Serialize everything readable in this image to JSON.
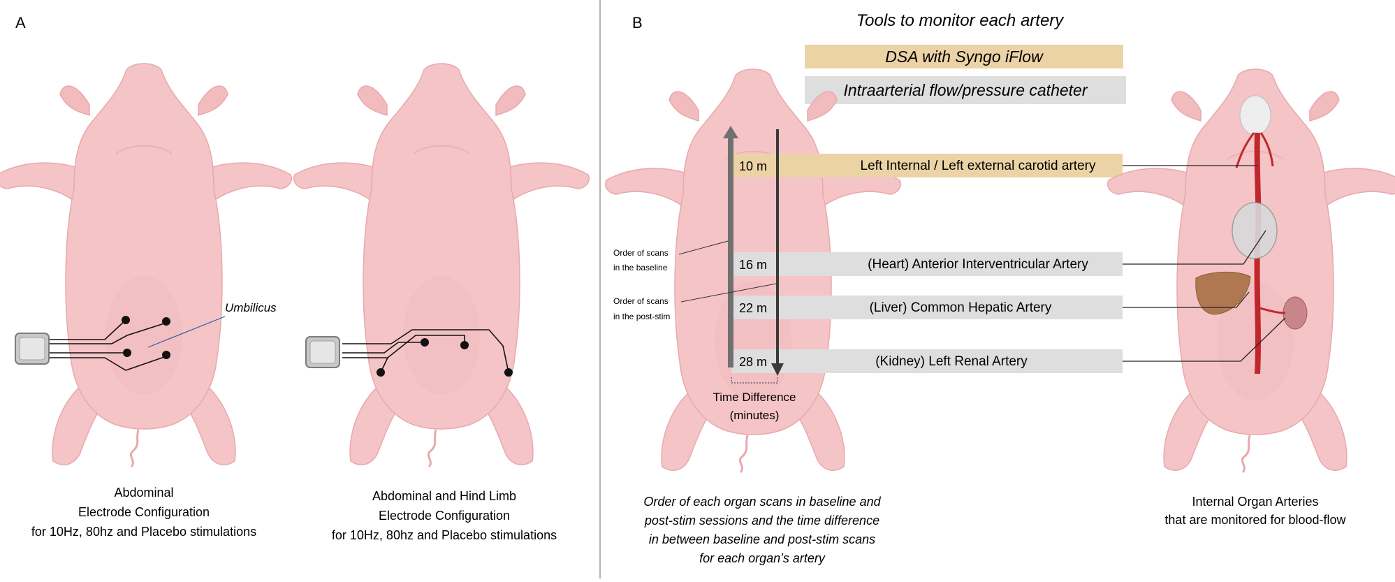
{
  "panel_a": {
    "label": "A",
    "umbilicus_label": "Umbilicus",
    "figure1": {
      "caption": [
        "Abdominal",
        "Electrode Configuration",
        "for 10Hz, 80hz and Placebo stimulations"
      ]
    },
    "figure2": {
      "caption": [
        "Abdominal and Hind Limb",
        "Electrode Configuration",
        "for 10Hz, 80hz and Placebo stimulations"
      ]
    }
  },
  "panel_b": {
    "label": "B",
    "tools_title": "Tools to monitor each artery",
    "tool_dsa": "DSA with Syngo iFlow",
    "tool_catheter": "Intraarterial flow/pressure catheter",
    "arrow_baseline_label": [
      "Order of scans",
      "in the baseline"
    ],
    "arrow_poststim_label": [
      "Order of scans",
      "in the post-stim"
    ],
    "time_difference_label": [
      "Time Difference",
      "(minutes)"
    ],
    "scans": [
      {
        "time": "10 m",
        "artery": "Left Internal / Left external carotid artery",
        "tool": "dsa"
      },
      {
        "time": "16 m",
        "artery": "(Heart) Anterior Interventricular Artery",
        "tool": "catheter"
      },
      {
        "time": "22 m",
        "artery": "(Liver) Common Hepatic Artery",
        "tool": "catheter"
      },
      {
        "time": "28 m",
        "artery": "(Kidney) Left Renal Artery",
        "tool": "catheter"
      }
    ],
    "order_caption": [
      "Order of each organ scans in baseline and",
      "post-stim sessions and the time difference",
      "in between baseline and post-stim scans",
      "for each organ’s artery"
    ],
    "arteries_caption": [
      "Internal Organ Arteries",
      "that are monitored for blood-flow"
    ]
  },
  "colors": {
    "pig_body": "#f4c4c6",
    "pig_outline": "#e8a9ad",
    "dsa_fill": "#ecd3a6",
    "catheter_fill": "#dedede",
    "artery": "#c0272d",
    "liver": "#b07850",
    "kidney": "#c9868a",
    "arrow_dark": "#3a3a3a",
    "arrow_grey": "#707070"
  }
}
